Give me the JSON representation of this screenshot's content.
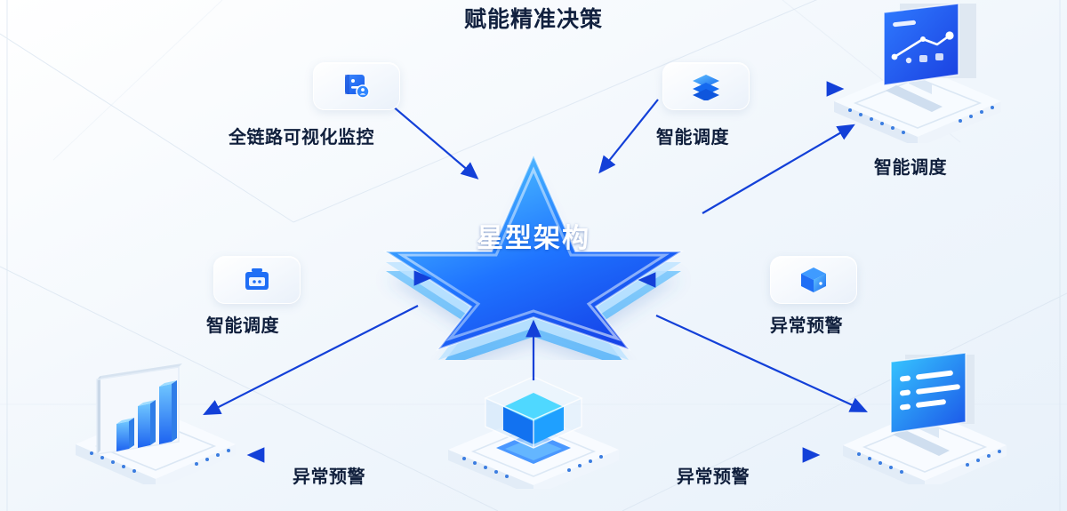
{
  "title": "赋能精准决策",
  "theme": {
    "accent_blue": "#1a5fe0",
    "deep_blue": "#0b3fd0",
    "icon_blue": "#1677ff",
    "text_dark": "#101f3c",
    "bg_light": "#f2f7fc"
  },
  "center": {
    "label": "星型架构",
    "shape": "star"
  },
  "cards": [
    {
      "id": "monitor",
      "icon": "visual-monitoring-icon",
      "label": "全链路可视化监控"
    },
    {
      "id": "layers",
      "icon": "layers-icon",
      "label": "智能调度"
    },
    {
      "id": "toolbox",
      "icon": "toolbox-icon",
      "label": "智能调度"
    },
    {
      "id": "cube",
      "icon": "cube-icon",
      "label": "异常预警"
    }
  ],
  "devices": [
    {
      "id": "top-right",
      "icon": "monitor-line-chart-device",
      "label": "智能调度"
    },
    {
      "id": "bottom-left",
      "icon": "bar-chart-device",
      "label": "异常预警"
    },
    {
      "id": "bottom-center",
      "icon": "glass-cube-device",
      "label": ""
    },
    {
      "id": "bottom-right",
      "icon": "monitor-list-device",
      "label": "异常预警"
    }
  ],
  "chart_data": {
    "type": "diagram",
    "title": "赋能精准决策",
    "center_node": "星型架构",
    "nodes": [
      {
        "name": "全链路可视化监控",
        "position": "top-left",
        "kind": "capability-card"
      },
      {
        "name": "智能调度",
        "position": "top-right",
        "kind": "capability-card"
      },
      {
        "name": "智能调度",
        "position": "middle-left",
        "kind": "capability-card"
      },
      {
        "name": "异常预警",
        "position": "middle-right",
        "kind": "capability-card"
      },
      {
        "name": "智能调度",
        "position": "far-top-right",
        "kind": "device"
      },
      {
        "name": "异常预警",
        "position": "far-bottom-left",
        "kind": "device"
      },
      {
        "name": "",
        "position": "bottom-center",
        "kind": "device"
      },
      {
        "name": "异常预警",
        "position": "far-bottom-right",
        "kind": "device"
      }
    ],
    "edges": [
      {
        "from": "全链路可视化监控",
        "to": "星型架构",
        "direction": "in"
      },
      {
        "from": "智能调度(top-right)",
        "to": "星型架构",
        "direction": "in"
      },
      {
        "from": "智能调度(middle-left)",
        "to": "星型架构",
        "direction": "in"
      },
      {
        "from": "异常预警(middle-right)",
        "to": "星型架构",
        "direction": "in"
      },
      {
        "from": "智能调度(top-right card)",
        "to": "智能调度(device)",
        "direction": "out"
      },
      {
        "from": "星型架构",
        "to": "智能调度(device)",
        "direction": "out"
      },
      {
        "from": "星型架构",
        "to": "异常预警(bottom-left device)",
        "direction": "out"
      },
      {
        "from": "星型架构",
        "to": "异常预警(bottom-right device)",
        "direction": "out"
      },
      {
        "from": "bottom-center device",
        "to": "星型架构",
        "direction": "in"
      },
      {
        "from": "bottom-center device",
        "to": "异常预警(bottom-left device)",
        "direction": "out"
      },
      {
        "from": "bottom-center device",
        "to": "异常预警(bottom-right device)",
        "direction": "out"
      }
    ]
  }
}
